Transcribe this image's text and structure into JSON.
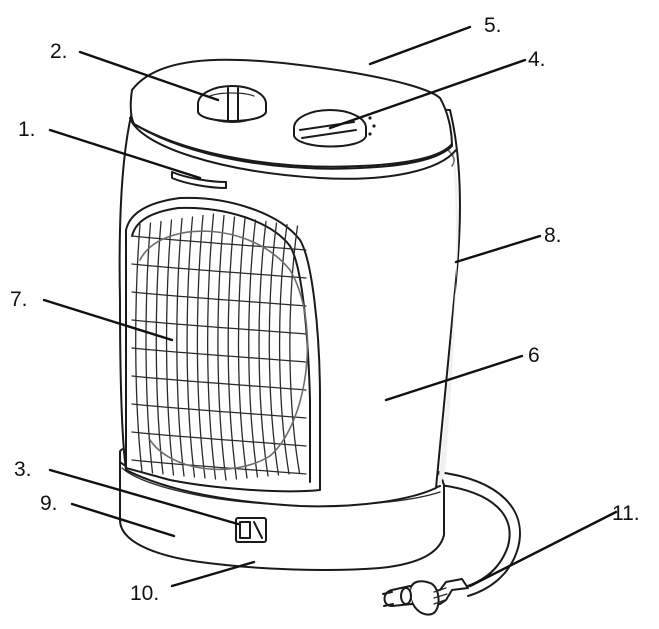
{
  "figure": {
    "subject": "fan-heater-parts-diagram",
    "callouts": [
      {
        "id": "c1",
        "text": "1."
      },
      {
        "id": "c2",
        "text": "2."
      },
      {
        "id": "c3",
        "text": "3."
      },
      {
        "id": "c4",
        "text": "4."
      },
      {
        "id": "c5",
        "text": "5."
      },
      {
        "id": "c6",
        "text": "6"
      },
      {
        "id": "c7",
        "text": "7."
      },
      {
        "id": "c8",
        "text": "8."
      },
      {
        "id": "c9",
        "text": "9."
      },
      {
        "id": "c10",
        "text": "10."
      },
      {
        "id": "c11",
        "text": "11."
      }
    ]
  }
}
